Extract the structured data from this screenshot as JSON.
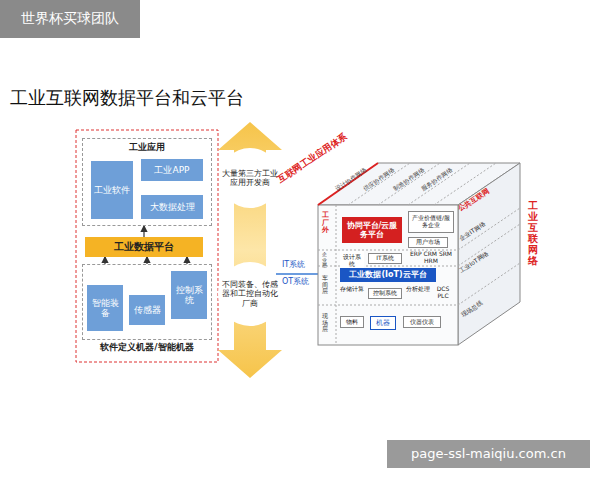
{
  "diagram": {
    "title": "工业互联网数据平台和云平台",
    "nodes": [
      {
        "text": [
          "工业应用"
        ]
      },
      {
        "text": [
          "工业软件"
        ],
        "in": 0
      },
      {
        "text": [
          "工业APP"
        ],
        "in": 0
      },
      {
        "text": [
          "大数据处理"
        ],
        "in": 0
      },
      {
        "text": [
          "工业数据平台"
        ]
      },
      {
        "text": [
          "软件定义机器/智能机器"
        ]
      },
      {
        "text": [
          "智能装备"
        ],
        "in": 5
      },
      {
        "text": [
          "传感器"
        ],
        "in": 5
      },
      {
        "text": [
          "控制系统"
        ],
        "in": 5
      },
      {
        "text": [
          "大量第三方工业应用开发商"
        ]
      },
      {
        "text": [
          "不同装备、传感器和工控自动化厂商"
        ]
      },
      {
        "text": [
          "协同平台/云服务平台"
        ]
      },
      {
        "text": [
          "产业价值链/服务企业"
        ]
      },
      {
        "text": [
          "用户市场"
        ]
      },
      {
        "text": [
          "设计系统"
        ]
      },
      {
        "text": [
          "IT系统"
        ]
      },
      {
        "text": [
          "工业数据(IoT)云平台"
        ]
      },
      {
        "text": [
          "控制系统"
        ]
      },
      {
        "text": [
          "物料"
        ]
      },
      {
        "text": [
          "机器"
        ]
      },
      {
        "text": [
          "仪器仪表"
        ]
      }
    ],
    "edges": [
      {
        "from": 3,
        "to": 2,
        "arrow": "to"
      },
      {
        "from": 6,
        "to": 4,
        "arrow": "to"
      },
      {
        "from": 7,
        "to": 4,
        "arrow": "to"
      },
      {
        "from": 8,
        "to": 4,
        "arrow": "to"
      },
      {
        "from": 4,
        "to": 0,
        "arrow": "to"
      }
    ],
    "labels": [
      "世界杯买球团队",
      "互联网工业应用体系",
      "设计协作网络",
      "供应协作网络",
      "制造协作网络",
      "服务协作网络",
      "工业互联网络",
      "公共互联网",
      "企业IT网络",
      "工业IoT网络",
      "现场总线",
      "工厂外",
      "企业层",
      "车间层",
      "现场层",
      "IT系统",
      "OT系统",
      "ERP CRM SRM HRM",
      "存储计算",
      "分析处理",
      "DCS PLC",
      "page-ssl-maiqiu.com.cn"
    ]
  }
}
